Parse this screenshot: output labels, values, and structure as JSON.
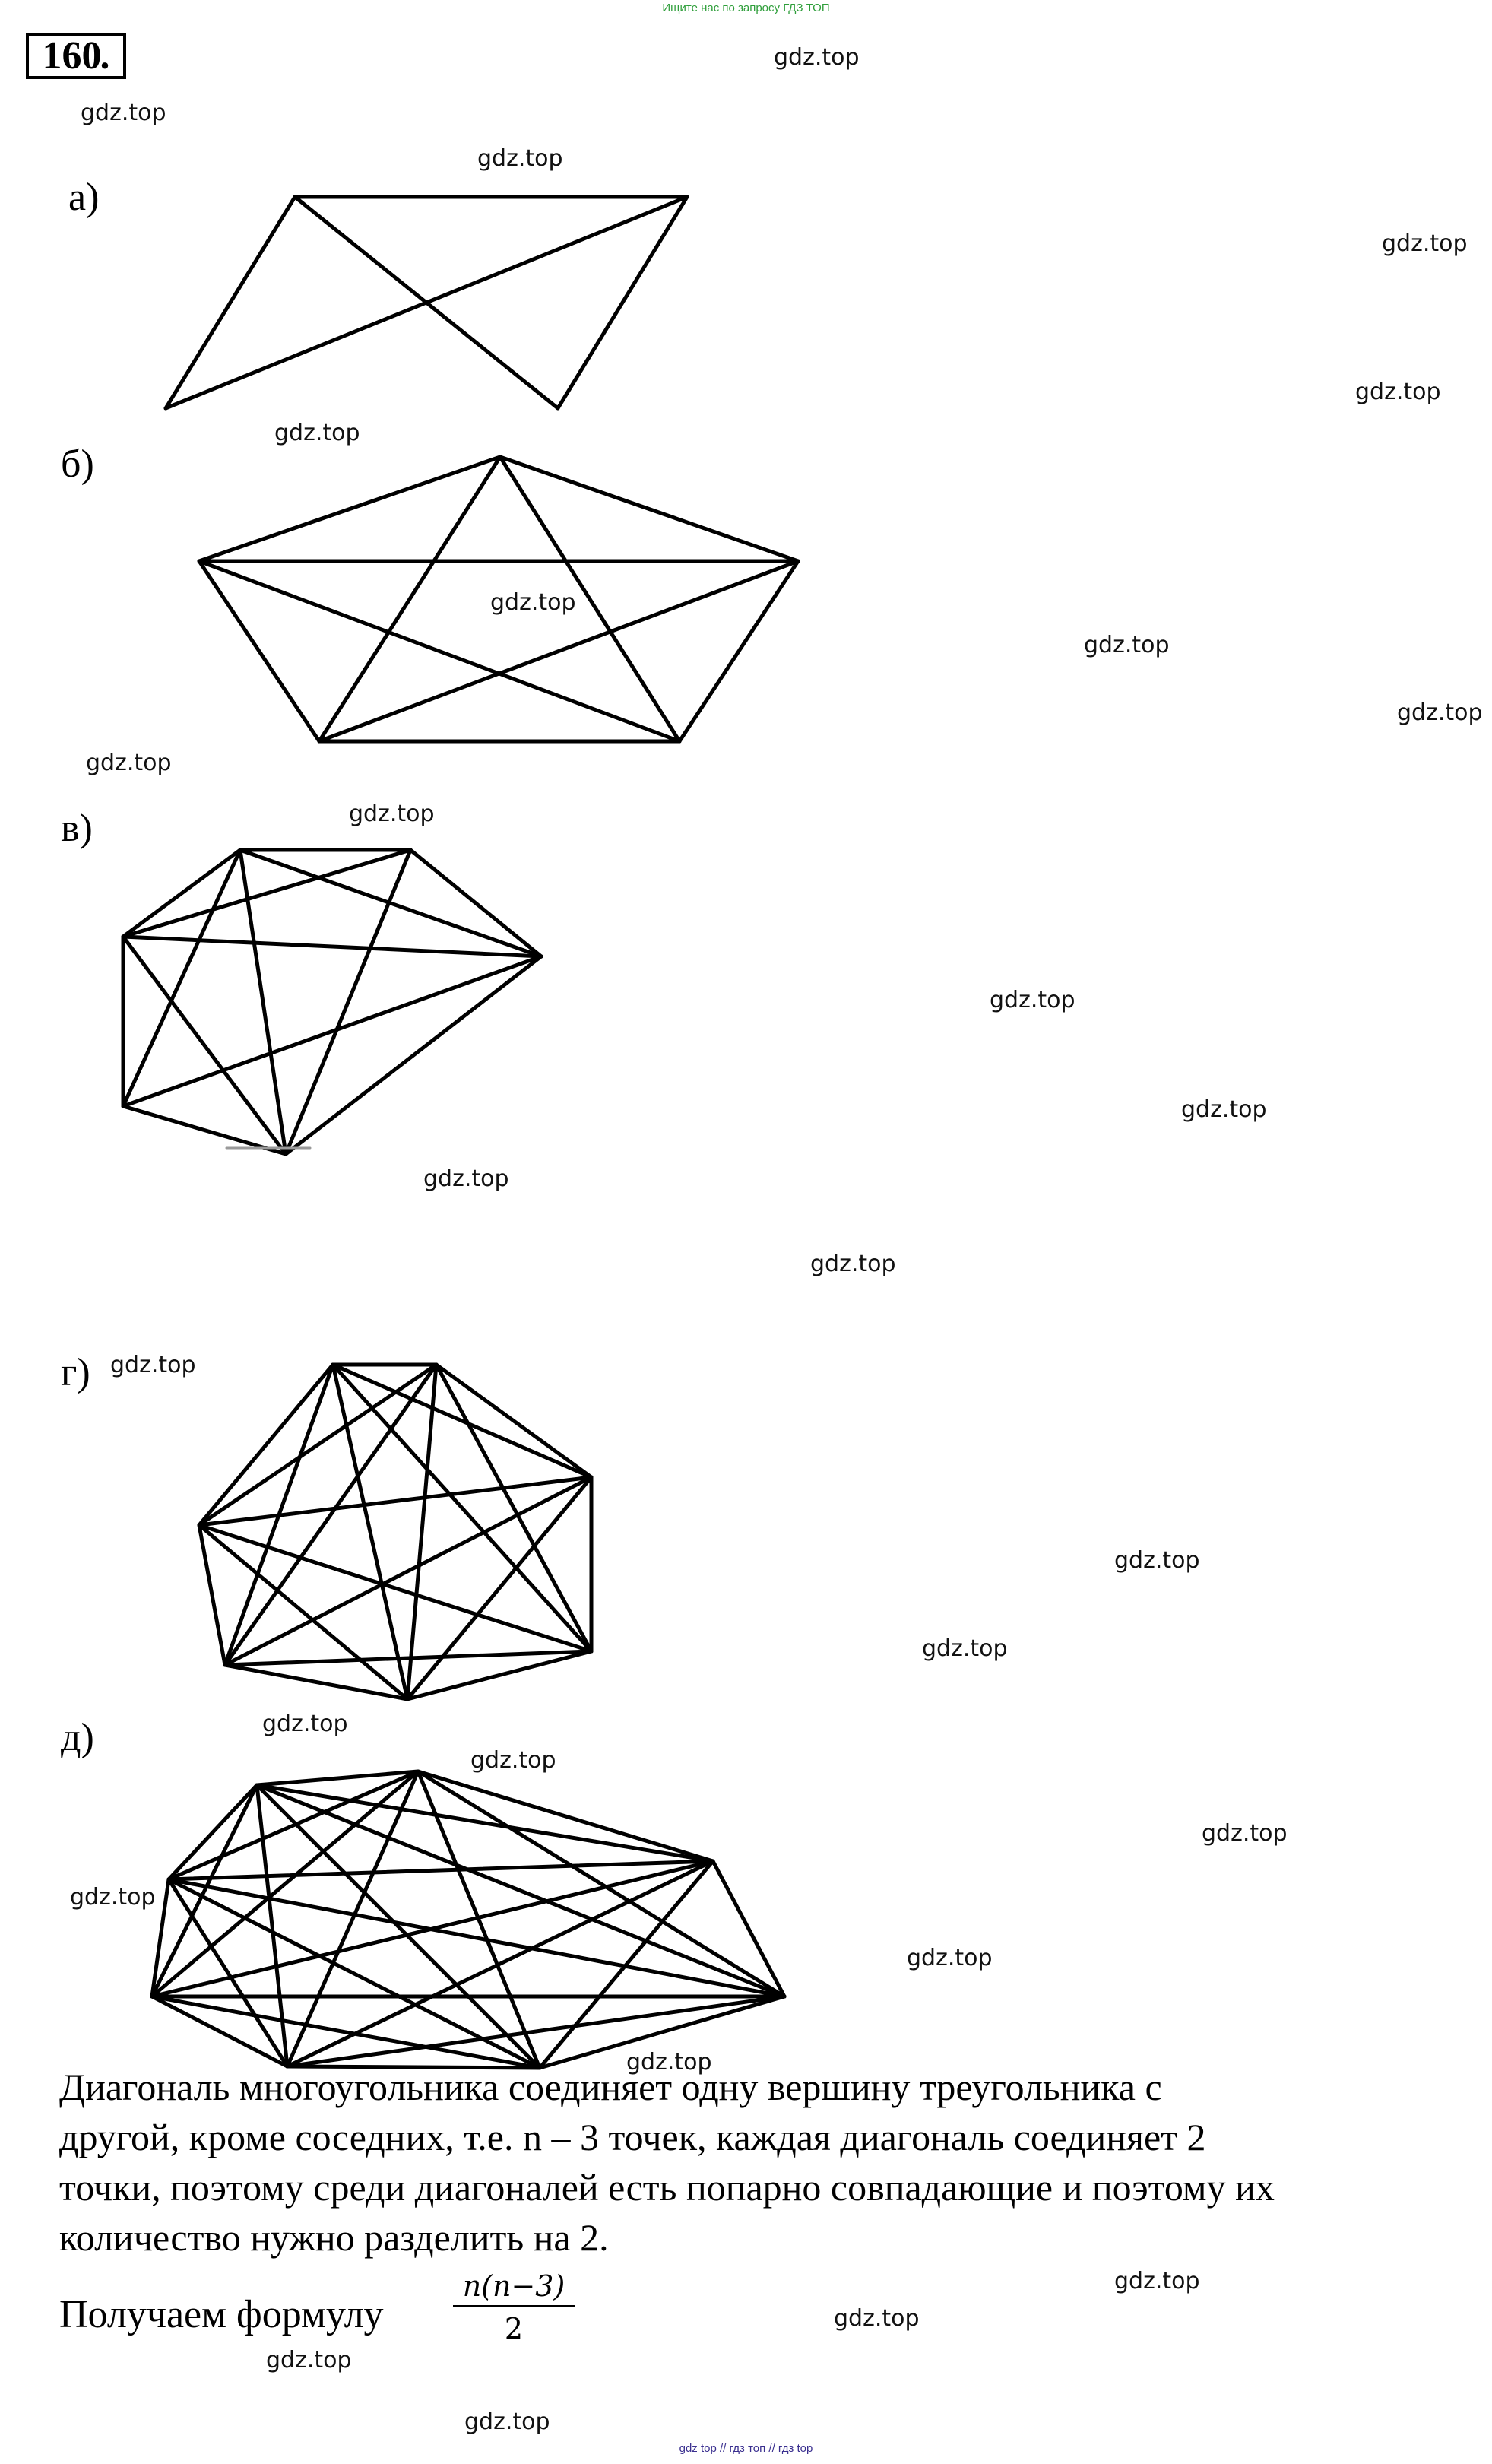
{
  "header": {
    "banner": "Ищите нас по запросу ГДЗ ТОП"
  },
  "task": {
    "number": "160",
    "dot": "."
  },
  "figures": [
    {
      "label": "а)"
    },
    {
      "label": "б)"
    },
    {
      "label": "в)"
    },
    {
      "label": "г)"
    },
    {
      "label": "д)"
    }
  ],
  "watermark": "gdz.top",
  "explanation": {
    "lines": [
      "Диагональ многоугольника соединяет одну вершину треугольника с",
      "другой, кроме соседних, т.е. n – 3 точек, каждая диагональ соединяет 2",
      "точки, поэтому среди диагоналей есть попарно совпадающие и поэтому их",
      "количество нужно разделить на 2."
    ]
  },
  "formula": {
    "lead": "Получаем формулу",
    "numerator": "n(n−3)",
    "denominator": "2"
  },
  "footer": {
    "text": "gdz top // гдз топ // гдз top"
  }
}
